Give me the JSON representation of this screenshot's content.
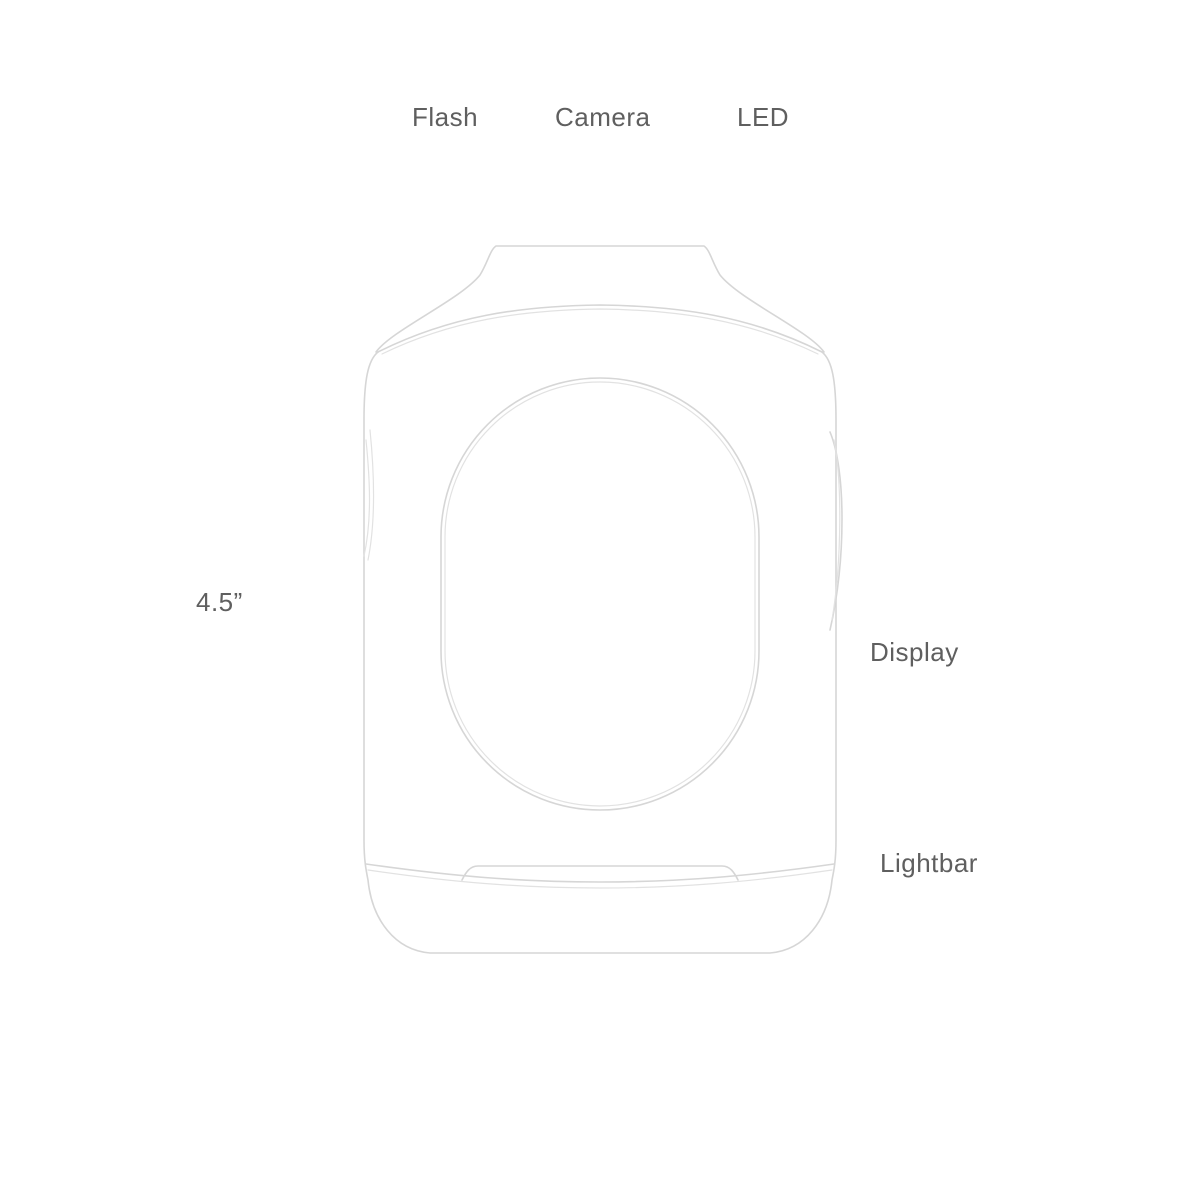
{
  "labels": {
    "flash": "Flash",
    "camera": "Camera",
    "led": "LED",
    "size": "4.5”",
    "display": "Display",
    "lightbar": "Lightbar"
  },
  "colors": {
    "text": "#5f5f5f",
    "outline": "#d6d6d6",
    "background": "#ffffff"
  }
}
